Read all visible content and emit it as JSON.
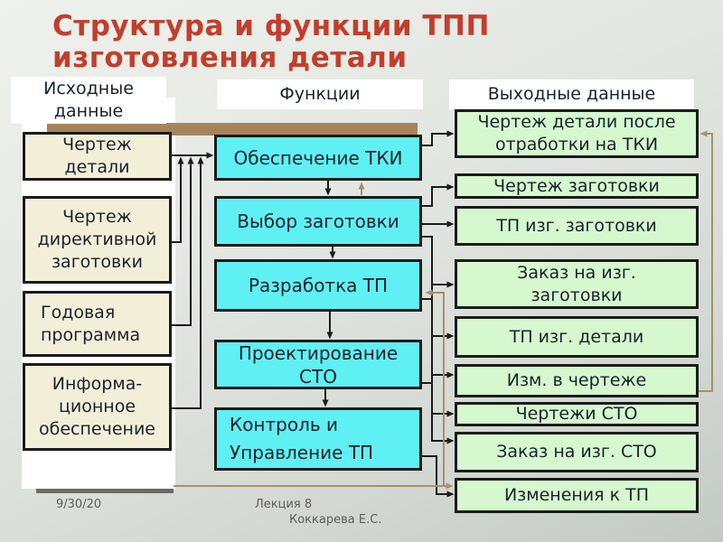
{
  "title": {
    "text": "Структура и функции ТПП\nизготовления детали"
  },
  "columns": {
    "inputs": {
      "header": "Исходные\nданные",
      "boxes": [
        "Чертеж\nдетали",
        "Чертеж\nдирективной\nзаготовки",
        "Годовая\nпрограмма",
        "Информа-\nционное\nобеспечение"
      ]
    },
    "functions": {
      "header": "Функции",
      "boxes": [
        "Обеспечение ТКИ",
        "Выбор заготовки",
        "Разработка ТП",
        "Проектирование\nСТО",
        "Контроль и\nУправление ТП"
      ]
    },
    "outputs": {
      "header": "Выходные данные",
      "boxes": [
        "Чертеж детали после\nотработки на ТКИ",
        "Чертеж заготовки",
        "ТП изг. заготовки",
        "Заказ на изг.\nзаготовки",
        "ТП изг. детали",
        "Изм. в чертеже",
        "Чертежи СТО",
        "Заказ на изг. СТО",
        "Изменения к ТП"
      ]
    }
  },
  "footer": {
    "date": "9/30/20",
    "lecture": "Лекция 8",
    "author": "Коккарева Е.С."
  },
  "colors": {
    "title": "#c23e2c",
    "input_box": "#f2efd9",
    "function_box": "#5ff0f4",
    "output_box": "#d5f8ce",
    "connector": "#1b1b1b",
    "feedback": "#a5916b",
    "top_bar": "#a5845c"
  }
}
